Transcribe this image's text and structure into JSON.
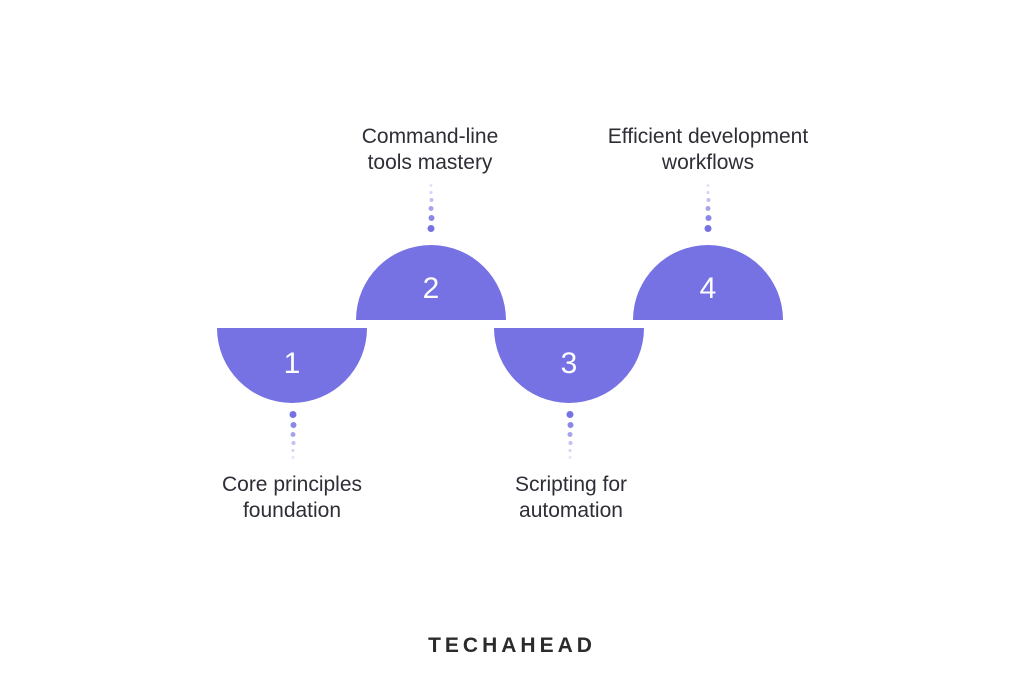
{
  "diagram": {
    "accent_color": "#7672E4",
    "text_color": "#2E2E36",
    "number_color": "#FFFFFF",
    "steps": [
      {
        "number": "1",
        "orientation": "down",
        "label_line1": "Core principles",
        "label_line2": "foundation"
      },
      {
        "number": "2",
        "orientation": "up",
        "label_line1": "Command-line",
        "label_line2": "tools mastery"
      },
      {
        "number": "3",
        "orientation": "down",
        "label_line1": "Scripting for",
        "label_line2": "automation"
      },
      {
        "number": "4",
        "orientation": "up",
        "label_line1": "Efficient development",
        "label_line2": "workflows"
      }
    ]
  },
  "footer": {
    "brand": "TECHAHEAD"
  }
}
